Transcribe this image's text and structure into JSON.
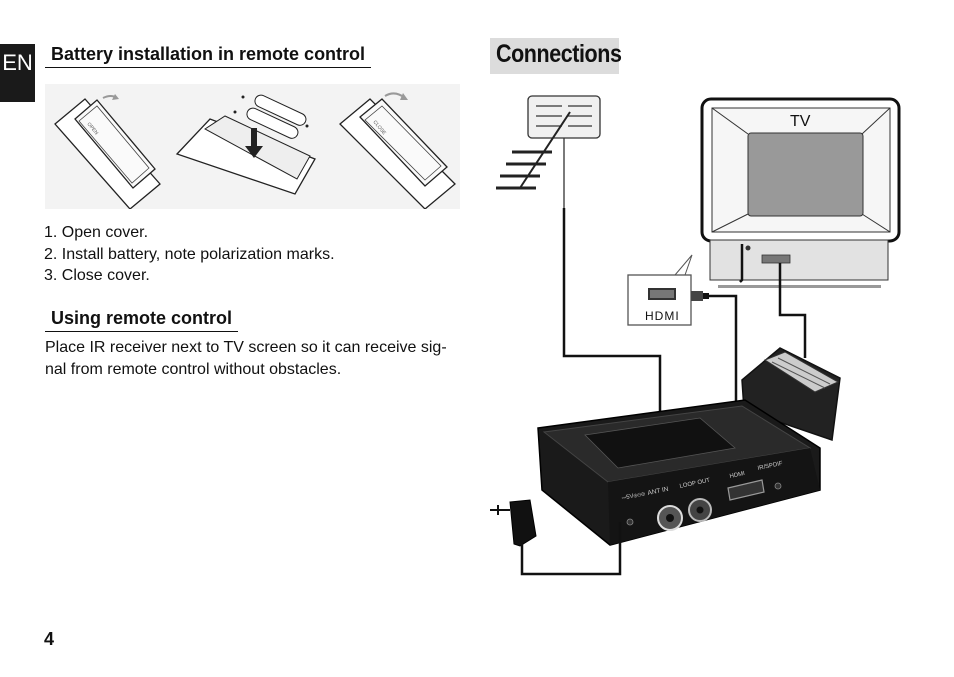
{
  "lang_tab": "EN",
  "battery": {
    "title": "Battery installation in remote control",
    "label_open": "OPEN",
    "label_close": "CLOSE",
    "steps": [
      "1. Open cover.",
      "2. Install battery, note polarization marks.",
      "3. Close cover."
    ]
  },
  "remote_section": {
    "title": "Using remote control",
    "text": "Place IR receiver next to TV screen so it can receive sig-nal from remote control without obstacles."
  },
  "connections": {
    "title": "Connections",
    "tv_label": "TV",
    "hdmi_label": "HDMI",
    "receiver_ports": {
      "power": "⎓5V⊕⊖⊕",
      "ant_in": "ANT IN",
      "loop_out": "LOOP OUT",
      "hdmi": "HDMI",
      "ir_spdif": "IR/SPDIF"
    }
  },
  "page_number": "4"
}
